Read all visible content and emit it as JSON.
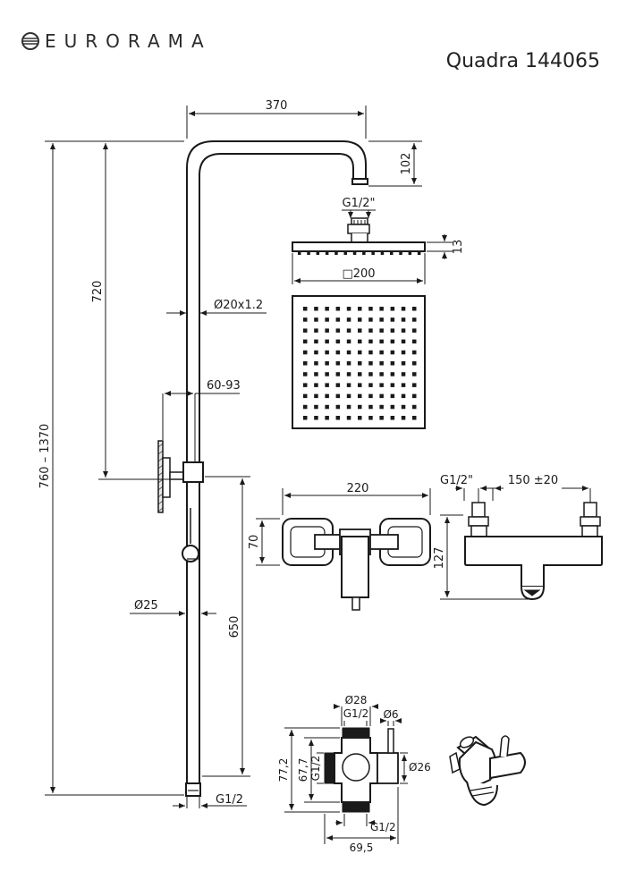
{
  "header": {
    "brand": "EURORAMA",
    "model": "Quadra 144065"
  },
  "dims": {
    "arm_width": "370",
    "arm_drop": "102",
    "head_connection": "G1/2\"",
    "head_thickness": "13",
    "head_size": "□200",
    "pipe_top": "720",
    "pipe_diameter": "Ø20x1.2",
    "holder_reach": "60-93",
    "total_height": "760 – 1370",
    "bar_diameter": "Ø25",
    "lower_height": "650",
    "bottom_thread": "G1/2",
    "mixer_width": "220",
    "mixer_height": "70",
    "thermo_thread": "G1/2\"",
    "thermo_spacing": "150 ±20",
    "thermo_height": "127",
    "div_dia_top": "Ø28",
    "div_thread_top": "G1/2",
    "div_pin": "Ø6",
    "div_height_outer": "77,2",
    "div_height_inner": "67,7",
    "div_thread_side": "G1/2",
    "div_dia_right": "Ø26",
    "div_thread_bottom": "G1/2",
    "div_width": "69,5"
  }
}
